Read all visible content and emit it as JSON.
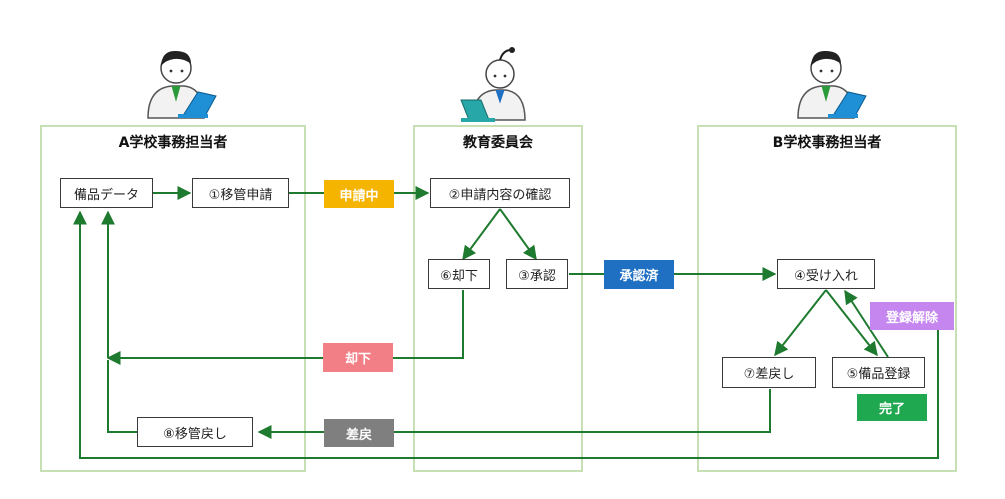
{
  "lanes": {
    "school_a": "A学校事務担当者",
    "board": "教育委員会",
    "school_b": "B学校事務担当者"
  },
  "steps": {
    "equipment_data": "備品データ",
    "transfer_request": "①移管申請",
    "confirm_request": "②申請内容の確認",
    "approve": "③承認",
    "accept": "④受け入れ",
    "register": "⑤備品登録",
    "reject": "⑥却下",
    "send_back": "⑦差戻し",
    "transfer_return": "⑧移管戻し"
  },
  "statuses": {
    "requesting": "申請中",
    "approved": "承認済",
    "rejected": "却下",
    "returned": "差戻",
    "unregister": "登録解除",
    "completed": "完了"
  },
  "colors": {
    "lane_border": "#c6e0b4",
    "arrow": "#1e7a2e",
    "requesting": "#f4b400",
    "approved": "#1f6fc2",
    "rejected": "#f27f86",
    "returned": "#7f7f7f",
    "unregister": "#c586f0",
    "completed": "#1fa84f"
  }
}
